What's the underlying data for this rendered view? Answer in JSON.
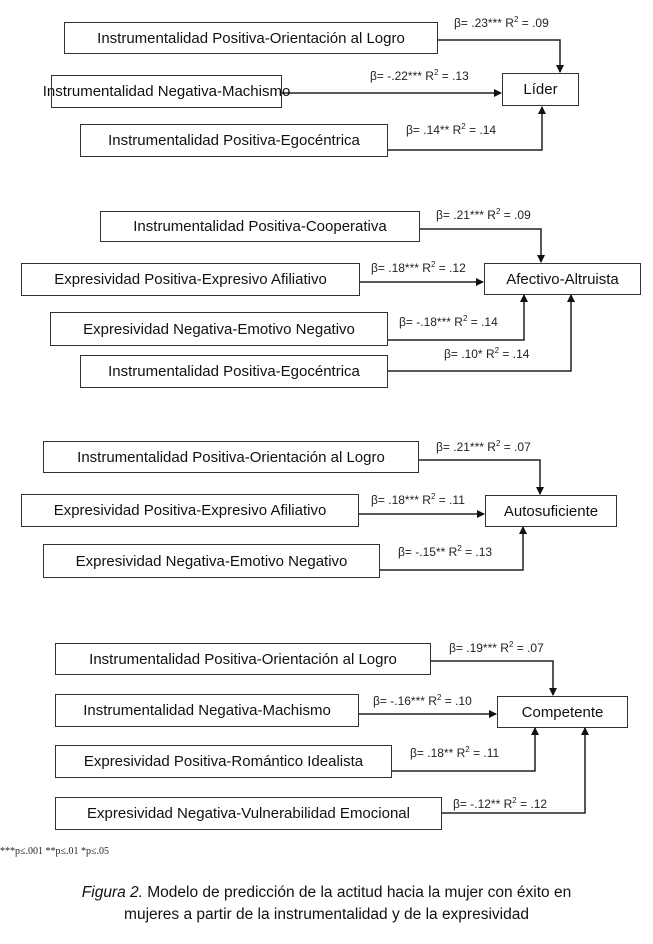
{
  "diagrams": [
    {
      "outcome": "Líder",
      "predictors": [
        {
          "label": "Instrumentalidad Positiva-Orientación al Logro",
          "beta": "β= .23***",
          "r2": " = .09"
        },
        {
          "label": "Instrumentalidad Negativa-Machismo",
          "beta": "β= -.22***",
          "r2": " = .13"
        },
        {
          "label": "Instrumentalidad Positiva-Egocéntrica",
          "beta": "β= .14**",
          "r2": " = .14"
        }
      ]
    },
    {
      "outcome": "Afectivo-Altruista",
      "predictors": [
        {
          "label": "Instrumentalidad Positiva-Cooperativa",
          "beta": "β= .21***",
          "r2": " = .09"
        },
        {
          "label": "Expresividad Positiva-Expresivo Afiliativo",
          "beta": "β= .18***",
          "r2": " = .12"
        },
        {
          "label": "Expresividad Negativa-Emotivo Negativo",
          "beta": "β= -.18***",
          "r2": " = .14"
        },
        {
          "label": "Instrumentalidad Positiva-Egocéntrica",
          "beta": "β= .10*",
          "r2": " = .14"
        }
      ]
    },
    {
      "outcome": "Autosuficiente",
      "predictors": [
        {
          "label": "Instrumentalidad Positiva-Orientación al Logro",
          "beta": "β= .21***",
          "r2": " = .07"
        },
        {
          "label": "Expresividad Positiva-Expresivo Afiliativo",
          "beta": "β= .18***",
          "r2": " = .11"
        },
        {
          "label": "Expresividad Negativa-Emotivo Negativo",
          "beta": "β= -.15**",
          "r2": " = .13"
        }
      ]
    },
    {
      "outcome": "Competente",
      "predictors": [
        {
          "label": "Instrumentalidad Positiva-Orientación al Logro",
          "beta": "β= .19***",
          "r2": " = .07"
        },
        {
          "label": "Instrumentalidad Negativa-Machismo",
          "beta": "β= -.16***",
          "r2": " = .10"
        },
        {
          "label": "Expresividad Positiva-Romántico Idealista",
          "beta": "β= .18**",
          "r2": " = .11"
        },
        {
          "label": "Expresividad Negativa-Vulnerabilidad Emocional",
          "beta": "β= -.12**",
          "r2": " = .12"
        }
      ]
    }
  ],
  "r_symbol": "R",
  "r_sup": "2",
  "footnote": "***p≤.001 **p≤.01 *p≤.05",
  "caption": {
    "figure_label": "Figura 2.",
    "line1": " Modelo de predicción de la actitud hacia la mujer con éxito en",
    "line2": "mujeres a partir de la instrumentalidad y de la expresividad"
  }
}
